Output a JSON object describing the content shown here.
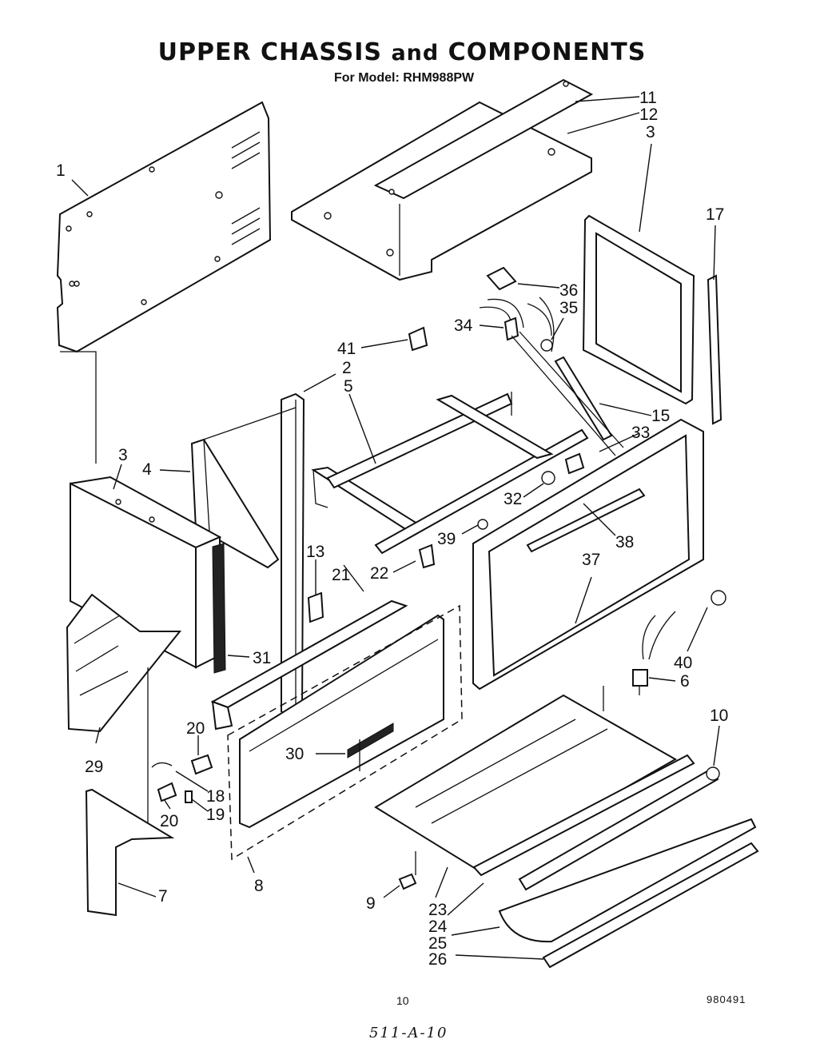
{
  "header": {
    "title_main": "UPPER CHASSIS ",
    "title_and": "and",
    "title_end": " COMPONENTS",
    "subtitle": "For Model: RHM988PW"
  },
  "callouts": {
    "c1": "1",
    "c2": "2",
    "c3a": "3",
    "c3b": "3",
    "c4": "4",
    "c5": "5",
    "c6": "6",
    "c7": "7",
    "c8": "8",
    "c9": "9",
    "c10": "10",
    "c11": "11",
    "c12": "12",
    "c13": "13",
    "c15": "15",
    "c17": "17",
    "c18": "18",
    "c19": "19",
    "c20a": "20",
    "c20b": "20",
    "c21": "21",
    "c22": "22",
    "c23": "23",
    "c24": "24",
    "c25": "25",
    "c26": "26",
    "c29": "29",
    "c30": "30",
    "c31": "31",
    "c32": "32",
    "c33": "33",
    "c34": "34",
    "c35": "35",
    "c36": "36",
    "c37": "37",
    "c38": "38",
    "c39": "39",
    "c40": "40",
    "c41": "41"
  },
  "footer": {
    "page_number": "10",
    "document_number": "980491",
    "handwritten_note": "511-A-10"
  }
}
